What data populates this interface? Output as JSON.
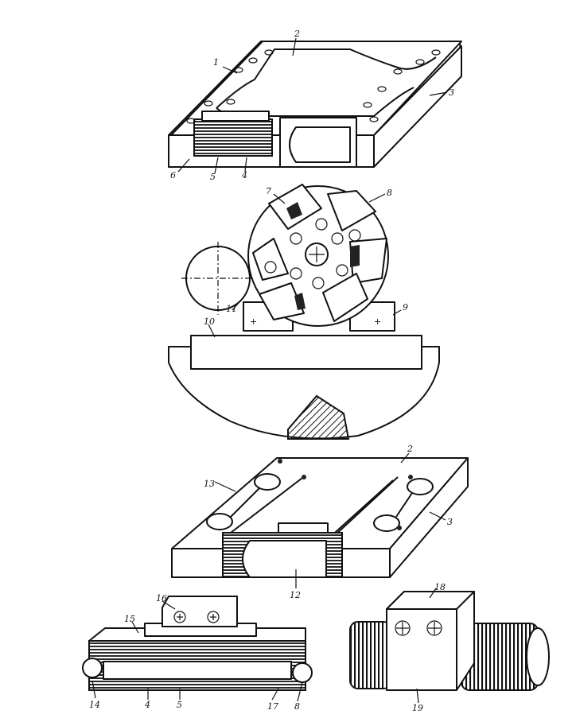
{
  "labels": {
    "fig_a": [
      "1",
      "2",
      "3",
      "6",
      "5",
      "4"
    ],
    "fig_b": [
      "7",
      "8",
      "11",
      "9",
      "10"
    ],
    "fig_c": [
      "2",
      "13",
      "3",
      "12"
    ],
    "fig_d": [
      "16",
      "15",
      "14",
      "4",
      "5",
      "17",
      "8"
    ],
    "fig_e": [
      "18",
      "19"
    ]
  }
}
